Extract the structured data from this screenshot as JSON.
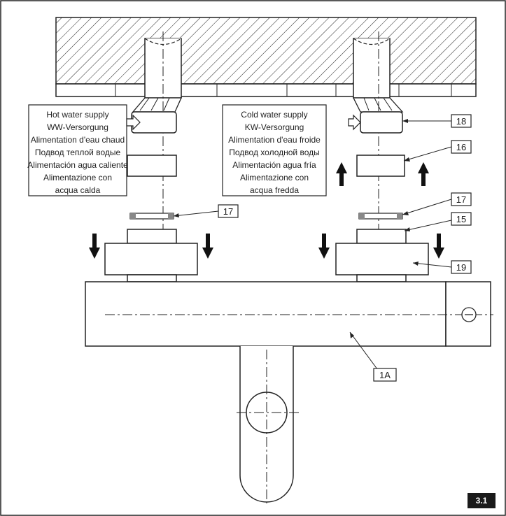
{
  "hot_supply": {
    "lines": [
      "Hot water supply",
      "WW-Versorgung",
      "Alimentation d'eau chaud",
      "Подвод теплой водые",
      "Alimentación agua caliente",
      "Alimentazione con",
      "acqua calda"
    ]
  },
  "cold_supply": {
    "lines": [
      "Cold water supply",
      "KW-Versorgung",
      "Alimentation d'eau froide",
      "Подвод холодной воды",
      "Alimentación agua fría",
      "Alimentazione con",
      "acqua fredda"
    ]
  },
  "labels": {
    "l18": "18",
    "l16": "16",
    "l17_left": "17",
    "l17_right": "17",
    "l15": "15",
    "l19": "19",
    "l1a": "1A"
  },
  "figure_number": "3.1",
  "colors": {
    "line": "#222222",
    "figure_badge": "#1a1a1a"
  }
}
